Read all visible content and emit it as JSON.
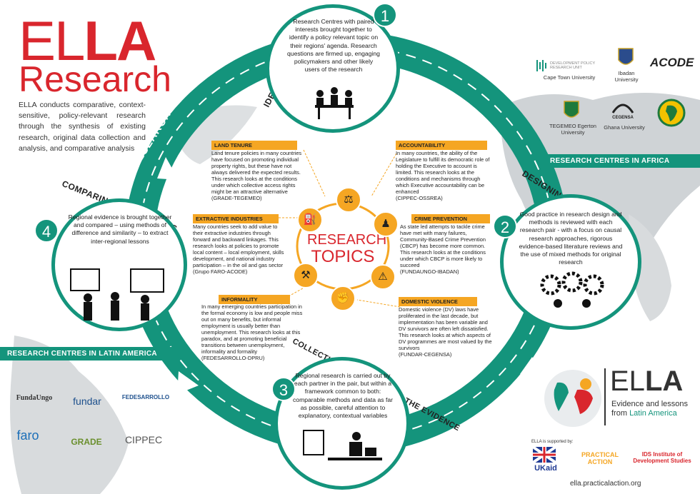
{
  "brand": {
    "title_el": "EL",
    "title_la": "LA",
    "subtitle": "Research"
  },
  "intro": "ELLA conducts comparative, context-sensitive, policy-relevant research through the synthesis of existing research, original data collection and analysis, and comparative analysis",
  "ring_labels": {
    "research_process": "RESEARCH PROCESS",
    "identifying": "IDENTIFYING THE TOPIC",
    "designing": "DESIGNING THE RESEARCH",
    "collecting": "COLLECTING AND ANALYSING THE EVIDENCE",
    "comparing": "COMPARING THE FINDINGS"
  },
  "steps": [
    {
      "num": "1",
      "text": "Research Centres with paired interests brought together to identify a policy relevant topic on their regions' agenda. Research questions are firmed up, engaging policymakers and other likely users of the research"
    },
    {
      "num": "2",
      "text": "Good practice in research design and methods is reviewed with each research pair - with a focus on causal research approaches, rigorous evidence-based literature reviews and the use of mixed methods for original research"
    },
    {
      "num": "3",
      "text": "Regional research is carried out by each partner in the pair, but within a framework common to both: comparable methods and data as far as possible, careful attention to explanatory, contextual variables"
    },
    {
      "num": "4",
      "text": "Regional evidence is brought together and compared – using methods of difference and similarity – to extract inter-regional lessons"
    }
  ],
  "topics_title_1": "RESEARCH",
  "topics_title_2": "TOPICS",
  "topics": {
    "land": {
      "title": "LAND TENURE",
      "body": "Land tenure policies in many countries have focused on promoting individual property rights, but these have not always delivered the expected results.  This research looks at the conditions under which collective access rights might be an attractive alternative",
      "credit": "(GRADE-TEGEMEO)"
    },
    "extractive": {
      "title": "EXTRACTIVE INDUSTRIES",
      "body": "Many countries seek to add value to their extractive industries through forward and backward linkages. This research looks at policies to promote local content – local employment, skills development, and national industry participation – in the oil and gas sector",
      "credit": "(Grupo FARO-ACODE)"
    },
    "informality": {
      "title": "INFORMALITY",
      "body": "In many emerging countries participation in the formal economy is low and people miss out on many benefits, but informal employment is usually better than unemployment. This research looks at this paradox, and at promoting beneficial transitions between unemployment, informality and formality",
      "credit": "(FEDESARROLLO-DPRU)"
    },
    "accountability": {
      "title": "ACCOUNTABILITY",
      "body": "In many countries, the ability of the Legislature to fulfill its democratic role of holding the Executive to account is limited.  This research looks at the conditions and mechanisms through which Executive accountability can be enhanced",
      "credit": "(CIPPEC-OSSREA)"
    },
    "crime": {
      "title": "CRIME PREVENTION",
      "body": "As state led attempts to tackle crime have met with many failures, Community-Based Crime Prevention (CBCP) has become more common. This research looks at the conditions under which CBCP is more likely to succeed",
      "credit": "(FUNDAUNGO-IBADAN)"
    },
    "dv": {
      "title": "DOMESTIC VIOLENCE",
      "body": "Domestic violence (DV) laws have proliferated in the last decade, but implementation has been variable and DV survivors are often left dissatisfied. This research looks at which aspects of DV programmes are most valued by the survivors",
      "credit": "(FUNDAR-CEGENSA)"
    }
  },
  "regions": {
    "africa": "RESEARCH CENTRES IN AFRICA",
    "latam": "RESEARCH CENTRES IN LATIN AMERICA"
  },
  "africa_logos": [
    "Cape Town University",
    "Ibadan University",
    "ACODE",
    "TEGEMEO Egerton University",
    "Ghana University"
  ],
  "africa_logo_marks": {
    "dpru": "DEVELOPMENT POLICY RESEARCH UNIT",
    "cegensa": "CEGENSA"
  },
  "latam_logos": [
    "FundaUngo",
    "fundar",
    "FEDESARROLLO",
    "faro",
    "GRADE",
    "CIPPEC"
  ],
  "footer_brand": {
    "el": "EL",
    "la": "LA",
    "line1": "Evidence and lessons",
    "line2_a": "from ",
    "line2_b": "Latin America"
  },
  "supported_by": "ELLA is supported by:",
  "supporters": [
    "UKaid",
    "PRACTICAL ACTION",
    "IDS Institute of Development Studies"
  ],
  "url": "ella.practicalaction.org",
  "colors": {
    "green": "#14947c",
    "orange": "#f5a623",
    "red": "#d9262d",
    "map": "#cfd3d6"
  }
}
